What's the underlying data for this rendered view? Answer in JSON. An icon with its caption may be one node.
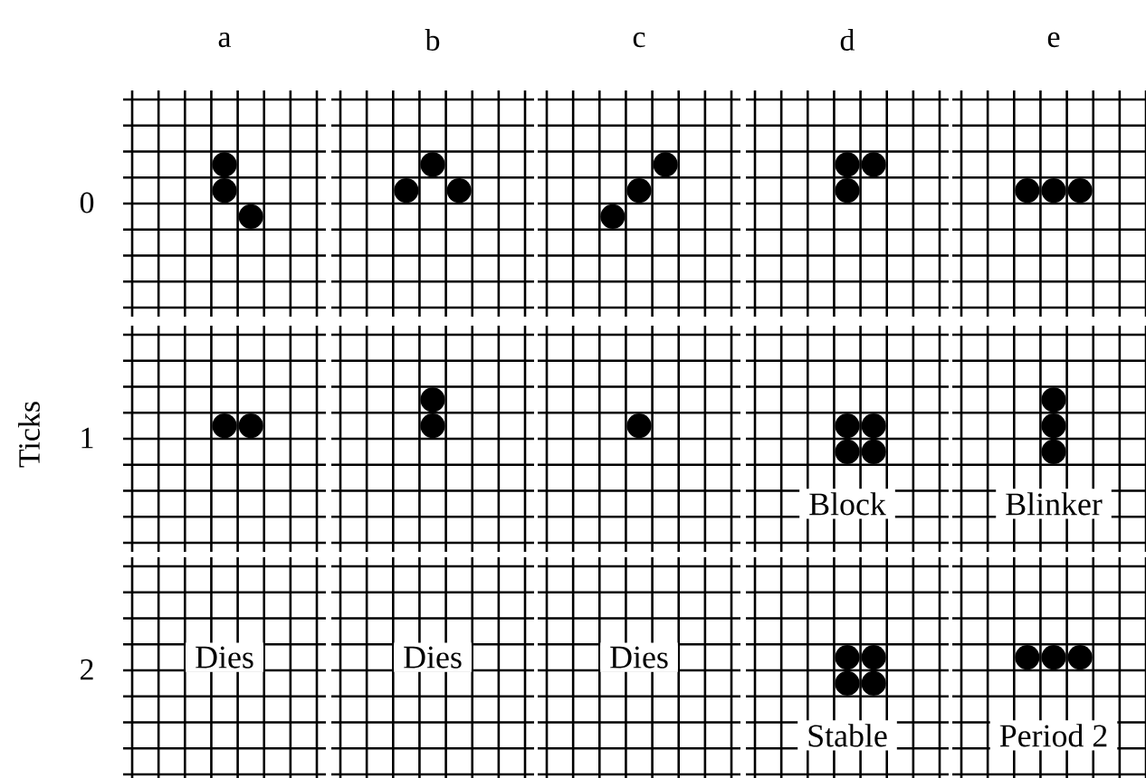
{
  "diagram": {
    "labels": [
      "a",
      "b",
      "c",
      "d",
      "e",
      "0",
      "Ticks",
      "1",
      "Block",
      "Blinker",
      "2",
      "Dies",
      "Dies",
      "Dies",
      "Stable",
      "Period 2"
    ]
  }
}
